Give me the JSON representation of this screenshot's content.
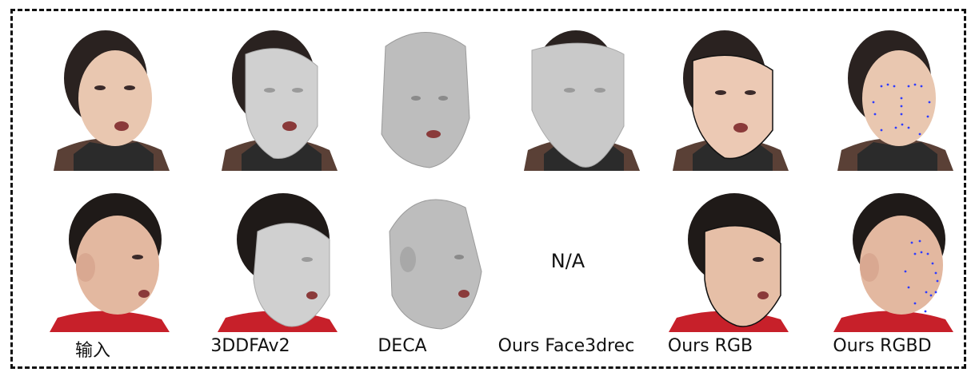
{
  "figure": {
    "columns": [
      {
        "label": "输入",
        "render": "photo"
      },
      {
        "label": "3DDFAv2",
        "render": "photo-with-gray-face-mesh"
      },
      {
        "label": "DECA",
        "render": "gray-head-mesh"
      },
      {
        "label": "Ours Face3drec",
        "render": "photo-with-gray-face-mesh"
      },
      {
        "label": "Ours RGB",
        "render": "photo-with-textured-face-mesh"
      },
      {
        "label": "Ours RGBD",
        "render": "photo-with-blue-landmark-points"
      }
    ],
    "missing_result_text": "N/A",
    "colors": {
      "skin": "#e9c7b0",
      "hair": "#1f1a18",
      "mesh_gray": "#c9c9c9",
      "mesh_dark": "#a8a8a8",
      "landmarks": "#2f3cff",
      "shirt_red": "#c7202a",
      "jacket_plaid": "#5a4036"
    }
  }
}
